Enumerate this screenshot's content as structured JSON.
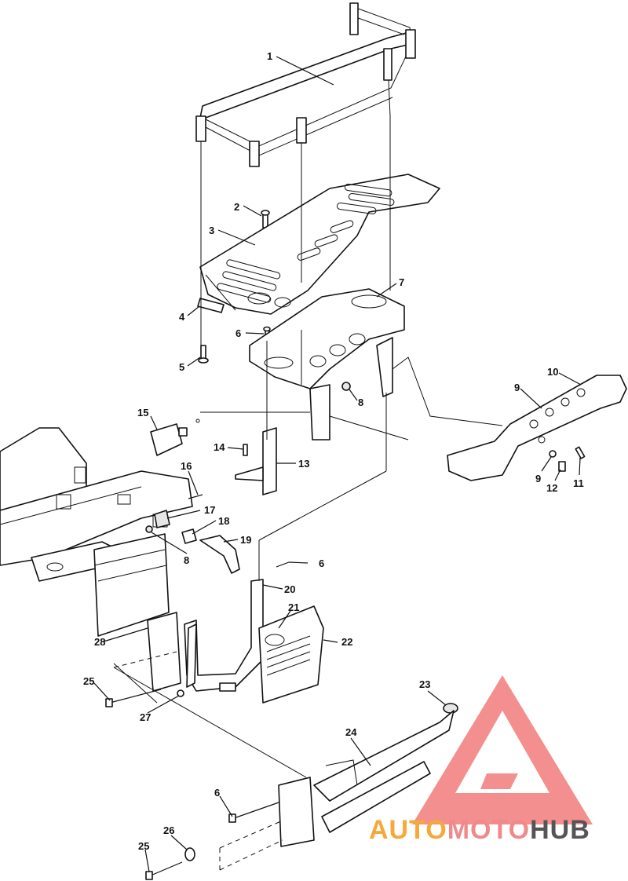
{
  "callouts": [
    {
      "id": "c1",
      "text": "1"
    },
    {
      "id": "c2",
      "text": "2"
    },
    {
      "id": "c3",
      "text": "3"
    },
    {
      "id": "c4",
      "text": "4"
    },
    {
      "id": "c5",
      "text": "5"
    },
    {
      "id": "c6a",
      "text": "6"
    },
    {
      "id": "c7",
      "text": "7"
    },
    {
      "id": "c8a",
      "text": "8"
    },
    {
      "id": "c9a",
      "text": "9"
    },
    {
      "id": "c10",
      "text": "10"
    },
    {
      "id": "c9b",
      "text": "9"
    },
    {
      "id": "c12",
      "text": "12"
    },
    {
      "id": "c11",
      "text": "11"
    },
    {
      "id": "c13",
      "text": "13"
    },
    {
      "id": "c14",
      "text": "14"
    },
    {
      "id": "c15",
      "text": "15"
    },
    {
      "id": "c16",
      "text": "16"
    },
    {
      "id": "c17",
      "text": "17"
    },
    {
      "id": "c18",
      "text": "18"
    },
    {
      "id": "c19",
      "text": "19"
    },
    {
      "id": "c8b",
      "text": "8"
    },
    {
      "id": "c6b",
      "text": "6"
    },
    {
      "id": "c20",
      "text": "20"
    },
    {
      "id": "c21",
      "text": "21"
    },
    {
      "id": "c22",
      "text": "22"
    },
    {
      "id": "c28",
      "text": "28"
    },
    {
      "id": "c25a",
      "text": "25"
    },
    {
      "id": "c27",
      "text": "27"
    },
    {
      "id": "c23",
      "text": "23"
    },
    {
      "id": "c24",
      "text": "24"
    },
    {
      "id": "c6c",
      "text": "6"
    },
    {
      "id": "c26",
      "text": "26"
    },
    {
      "id": "c25b",
      "text": "25"
    }
  ],
  "watermark": {
    "part1": "AUTO",
    "part2": "MOTO",
    "part3": "HUB",
    "colors": {
      "auto": "#f4a93a",
      "moto": "#f08a8a",
      "hub": "#555555",
      "triangle": "#f27b7b"
    }
  }
}
